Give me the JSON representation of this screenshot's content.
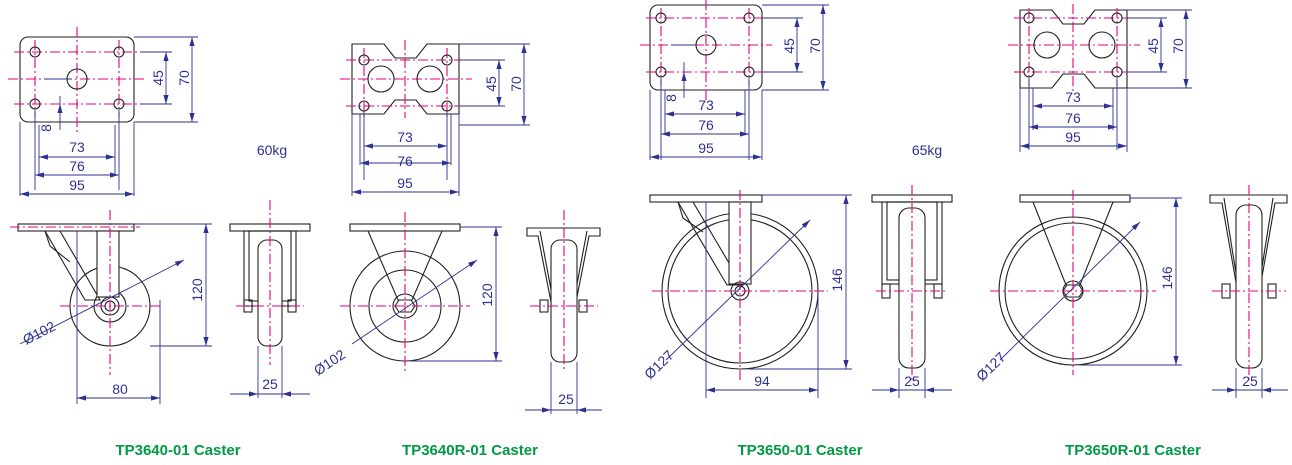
{
  "colors": {
    "outline": "#231f20",
    "centerline": "#e6007e",
    "dimension": "#2e3192",
    "title": "#009a44"
  },
  "casters": [
    {
      "title": "TP3640-01 Caster",
      "load": "60kg",
      "plate": {
        "d45": "45",
        "d70": "70",
        "d8": "8",
        "d73": "73",
        "d76": "76",
        "d95": "95"
      },
      "wheel_diameter": "Ø102",
      "height": "120",
      "offset": "80",
      "width": "25"
    },
    {
      "title": "TP3640R-01 Caster",
      "plate": {
        "d45": "45",
        "d70": "70",
        "d73": "73",
        "d76": "76",
        "d95": "95"
      },
      "wheel_diameter": "Ø102",
      "height": "120",
      "width": "25"
    },
    {
      "title": "TP3650-01 Caster",
      "load": "65kg",
      "plate": {
        "d45": "45",
        "d70": "70",
        "d8": "8",
        "d73": "73",
        "d76": "76",
        "d95": "95"
      },
      "wheel_diameter": "Ø127",
      "height": "146",
      "offset": "94",
      "width": "25"
    },
    {
      "title": "TP3650R-01 Caster",
      "plate": {
        "d45": "45",
        "d70": "70",
        "d73": "73",
        "d76": "76",
        "d95": "95"
      },
      "wheel_diameter": "Ø127",
      "height": "146",
      "width": "25"
    }
  ]
}
